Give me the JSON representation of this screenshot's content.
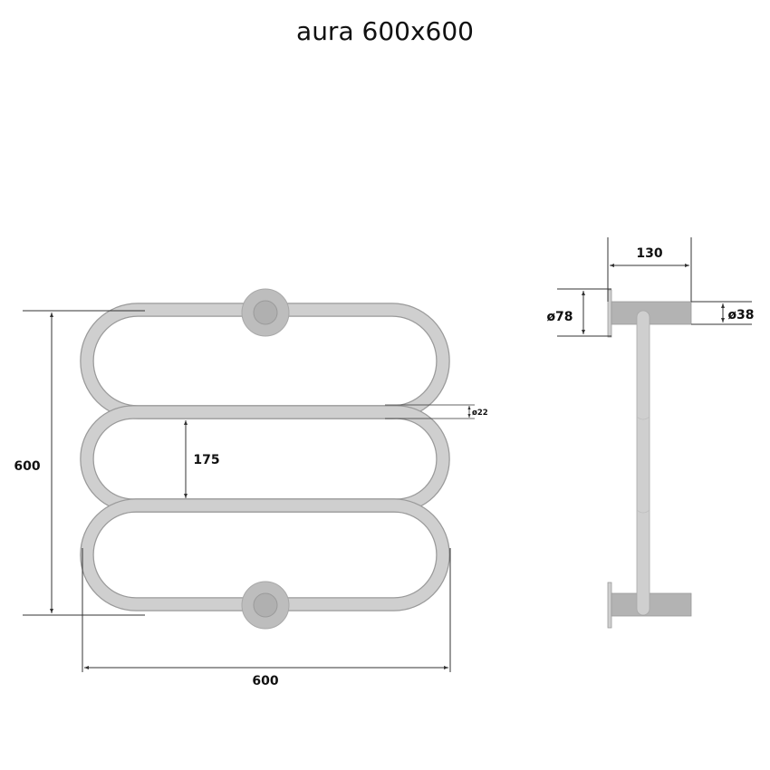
{
  "title": "aura 600x600",
  "front_view": {
    "height_label": "600",
    "width_label": "600",
    "spacing_label": "175",
    "tube_diameter_label": "ø22"
  },
  "side_view": {
    "depth_label": "130",
    "flange_diameter_label": "ø78",
    "bracket_diameter_label": "ø38"
  },
  "colors": {
    "tube": "#cfcfcf",
    "flange": "#b3b3b3",
    "outline": "#9a9a9a",
    "dimension": "#333333"
  }
}
